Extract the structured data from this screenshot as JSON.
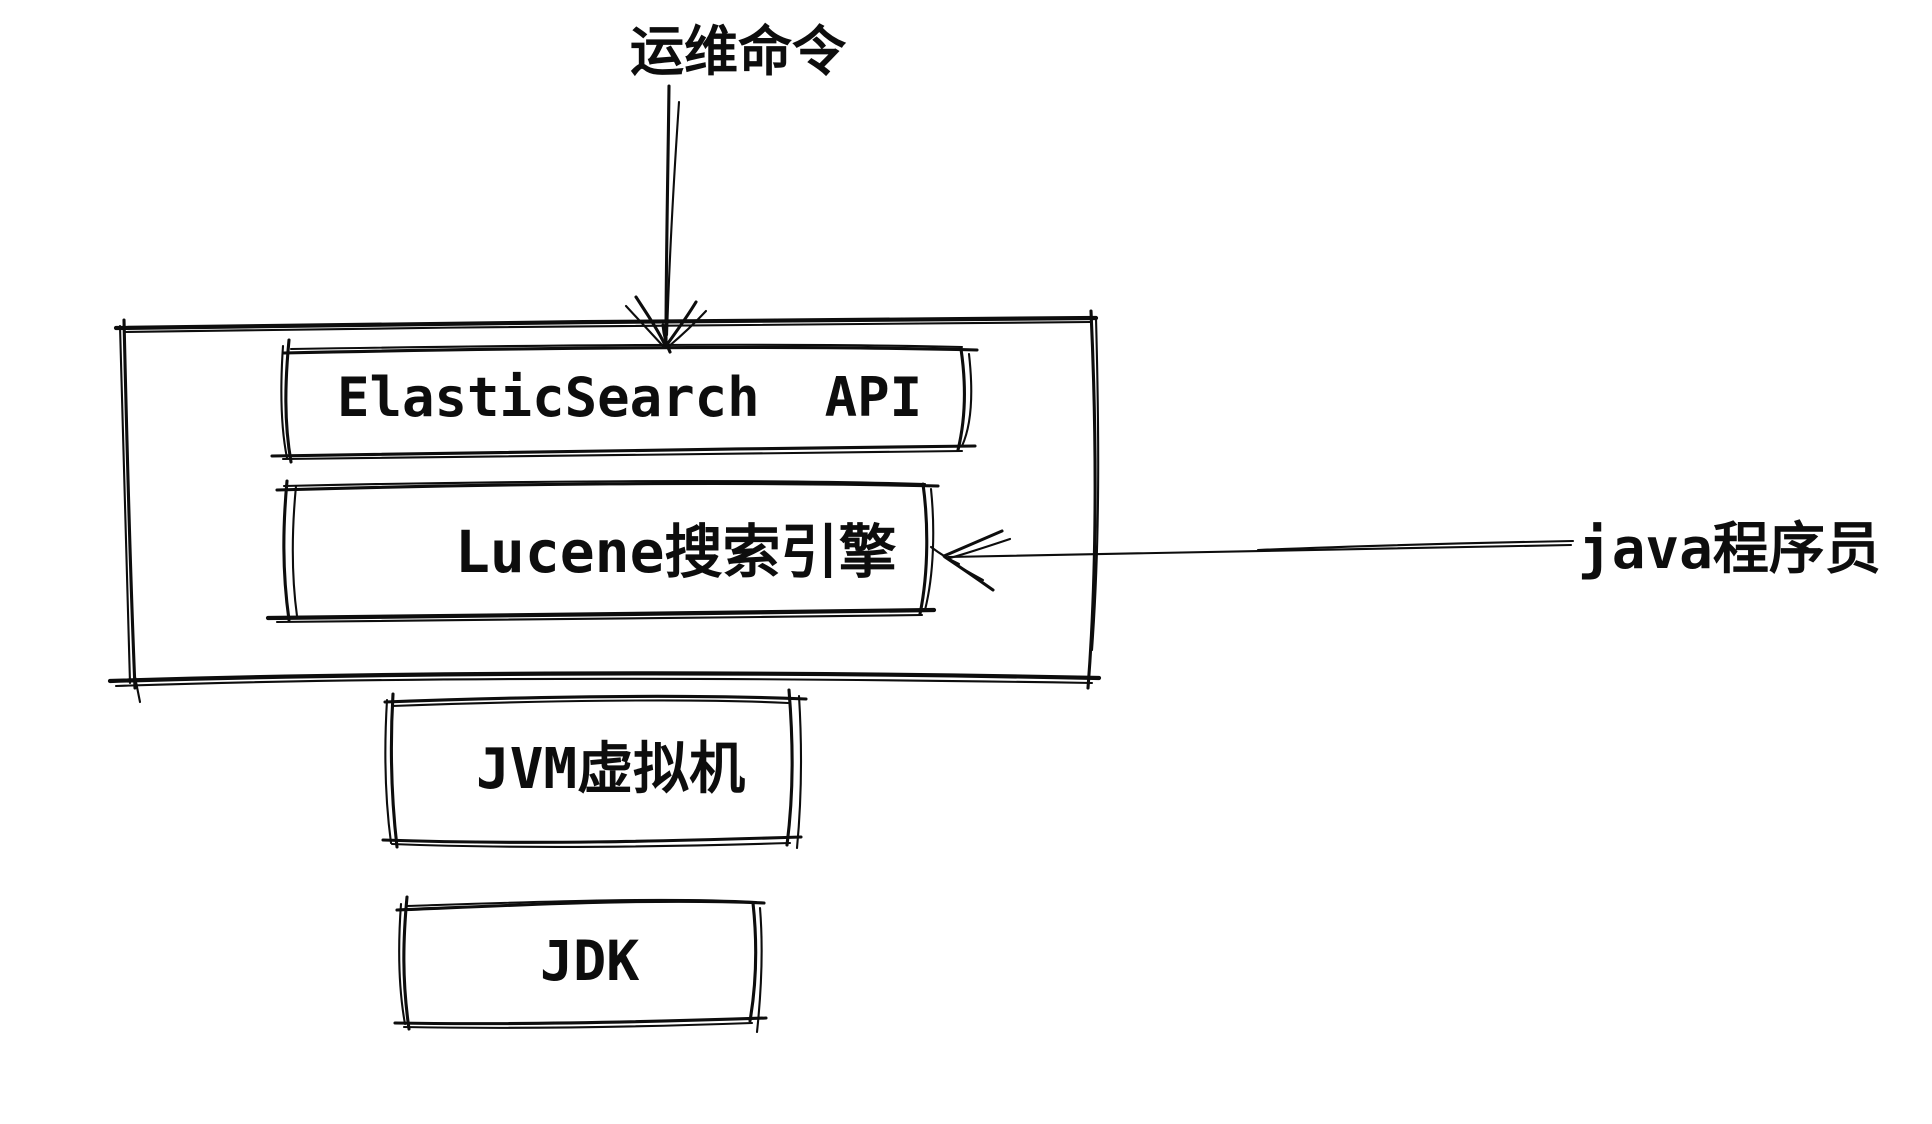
{
  "diagram": {
    "background": "#ffffff",
    "ink": "#0d0d0d",
    "ops_command": "运维命令",
    "es_api": "ElasticSearch  API",
    "lucene": "Lucene搜索引擎",
    "jvm": "JVM虚拟机",
    "jdk": "JDK",
    "java_programmer": "java程序员"
  }
}
